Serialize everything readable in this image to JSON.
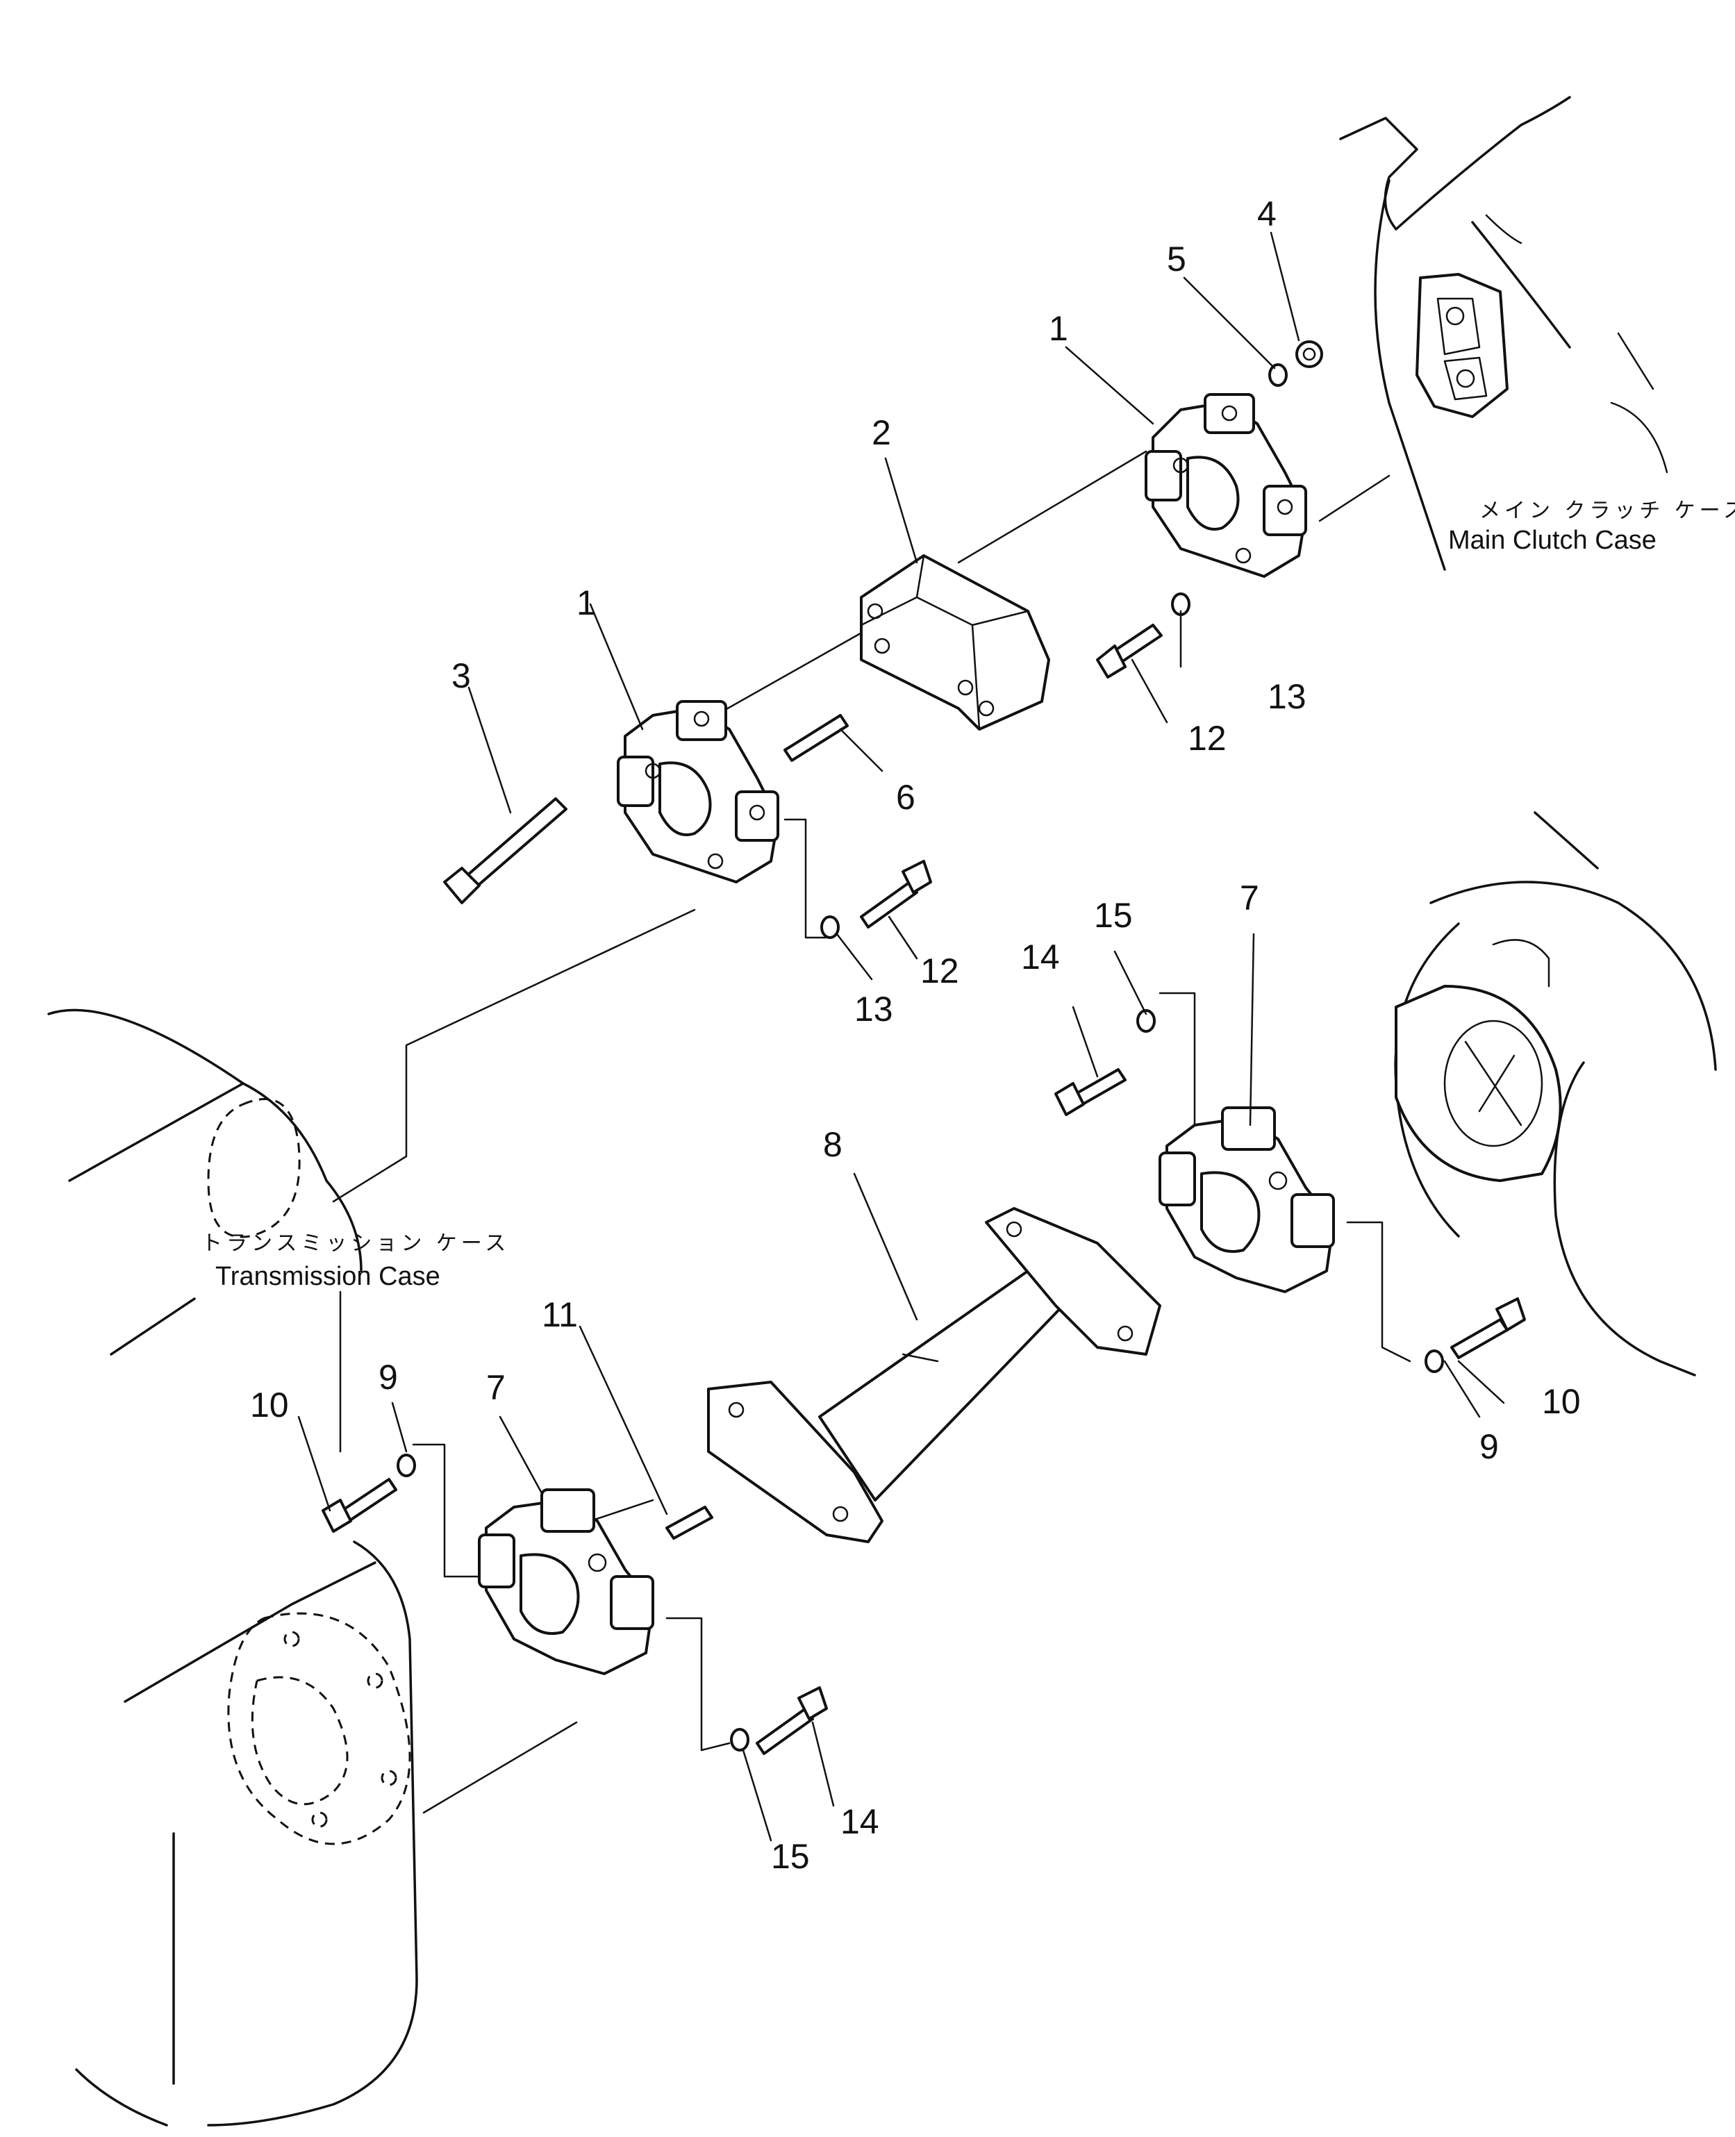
{
  "labels": {
    "main_clutch_case_jp": "メイン クラッチ ケース",
    "main_clutch_case_en": "Main Clutch Case",
    "transmission_case_jp": "トランスミッション ケース",
    "transmission_case_en": "Transmission Case"
  },
  "callouts": {
    "c1a": "1",
    "c1b": "1",
    "c2": "2",
    "c3": "3",
    "c4": "4",
    "c5": "5",
    "c6": "6",
    "c7a": "7",
    "c7b": "7",
    "c8": "8",
    "c9a": "9",
    "c9b": "9",
    "c10a": "10",
    "c10b": "10",
    "c11": "11",
    "c12a": "12",
    "c12b": "12",
    "c13a": "13",
    "c13b": "13",
    "c14a": "14",
    "c14b": "14",
    "c15a": "15",
    "c15b": "15"
  }
}
